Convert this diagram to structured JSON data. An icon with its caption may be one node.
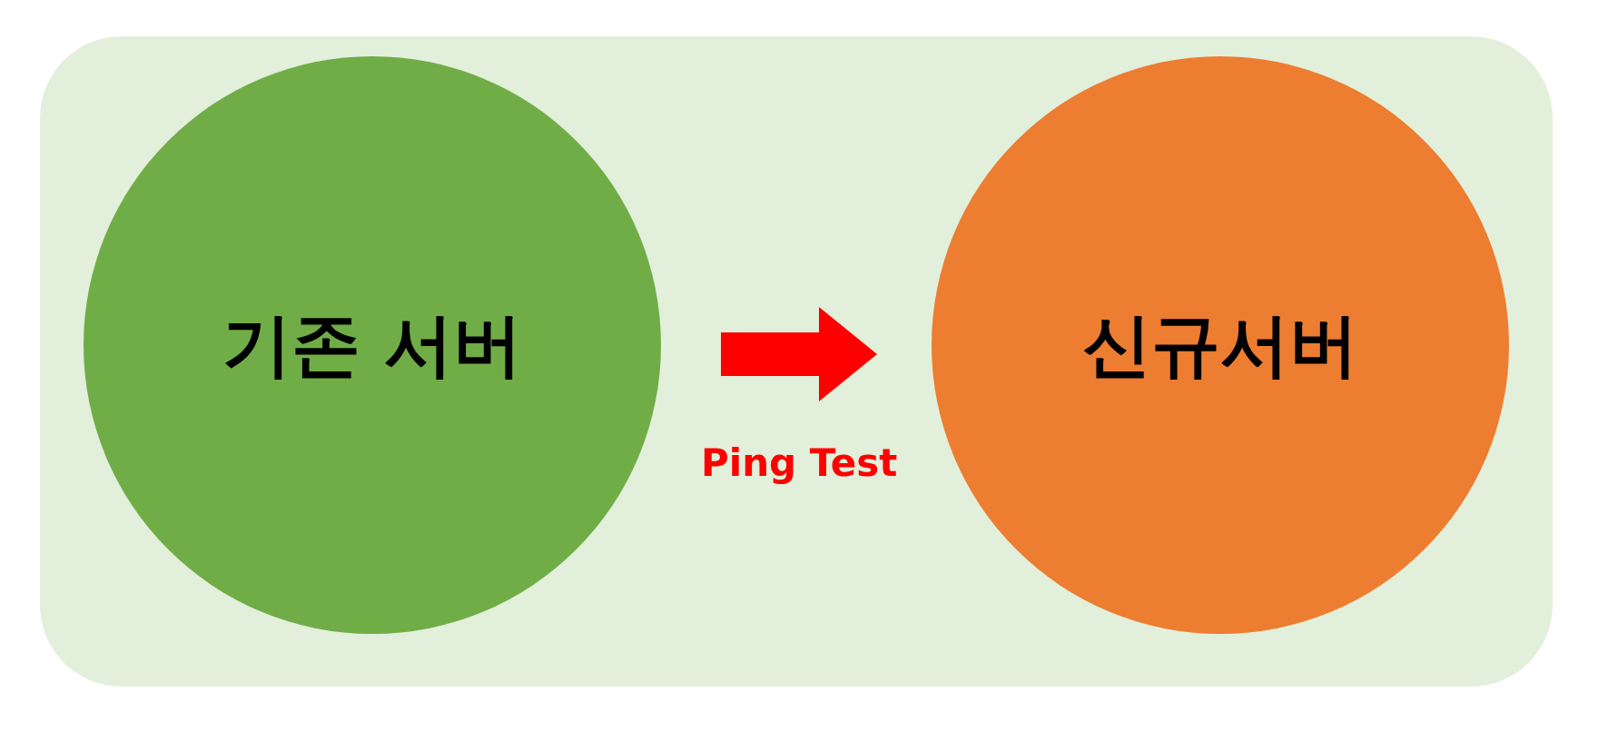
{
  "diagram": {
    "nodes": [
      {
        "text": [
          "기존 서버"
        ]
      },
      {
        "text": [
          "신규서버"
        ]
      }
    ],
    "edges": [
      {
        "from": 0,
        "to": 1,
        "arrow": "to",
        "label": "Ping Test"
      }
    ]
  }
}
